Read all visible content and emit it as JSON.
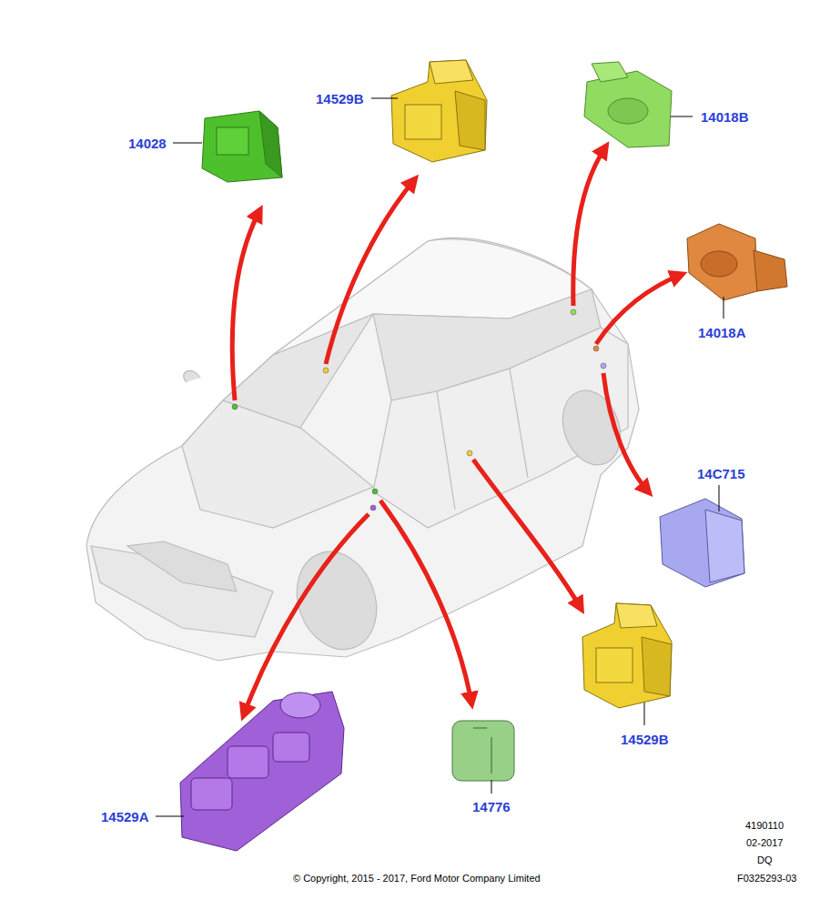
{
  "diagram": {
    "labels": [
      "14028",
      "14529B",
      "14018B",
      "14018A",
      "14C715",
      "14529B",
      "14776",
      "14529A",
      "4190110",
      "02-2017",
      "DQ",
      "F0325293-03",
      "© Copyright, 2015 - 2017, Ford Motor Company Limited"
    ]
  }
}
